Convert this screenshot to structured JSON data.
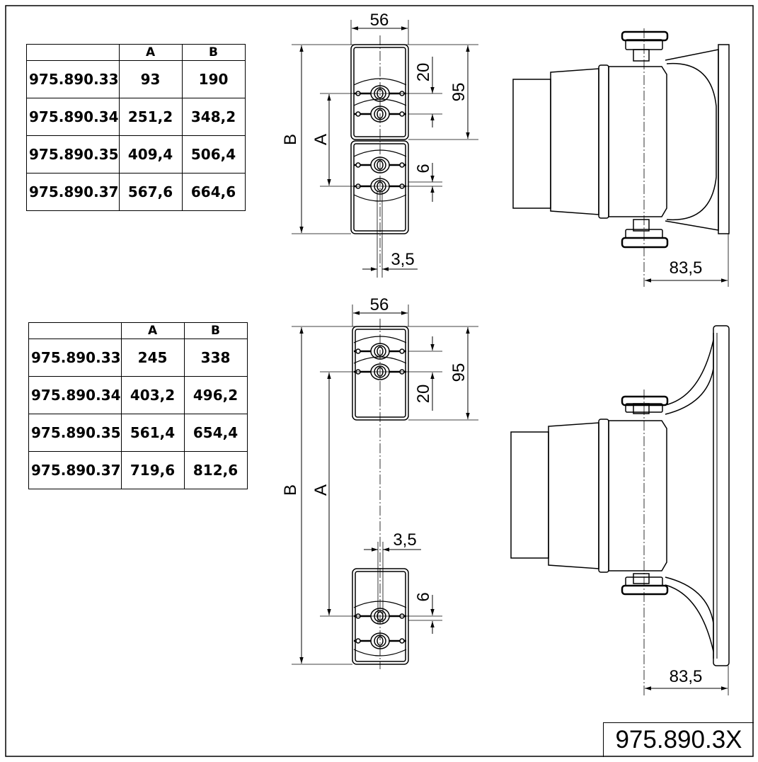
{
  "table_top": {
    "headers": [
      "",
      "A",
      "B"
    ],
    "rows": [
      [
        "975.890.33",
        "93",
        "190"
      ],
      [
        "975.890.34",
        "251,2",
        "348,2"
      ],
      [
        "975.890.35",
        "409,4",
        "506,4"
      ],
      [
        "975.890.37",
        "567,6",
        "664,6"
      ]
    ]
  },
  "table_bottom": {
    "headers": [
      "",
      "A",
      "B"
    ],
    "rows": [
      [
        "975.890.33",
        "245",
        "338"
      ],
      [
        "975.890.34",
        "403,2",
        "496,2"
      ],
      [
        "975.890.35",
        "561,4",
        "654,4"
      ],
      [
        "975.890.37",
        "719,6",
        "812,6"
      ]
    ]
  },
  "dims_top": {
    "width": "56",
    "B": "B",
    "A": "A",
    "pitch": "20",
    "height": "95",
    "offset": "6",
    "gap": "3,5",
    "depth": "83,5"
  },
  "dims_bottom": {
    "width": "56",
    "B": "B",
    "A": "A",
    "pitch": "20",
    "height": "95",
    "offset": "6",
    "gap": "3,5",
    "depth": "83,5"
  },
  "title_block": {
    "part_number": "975.890.3X"
  }
}
